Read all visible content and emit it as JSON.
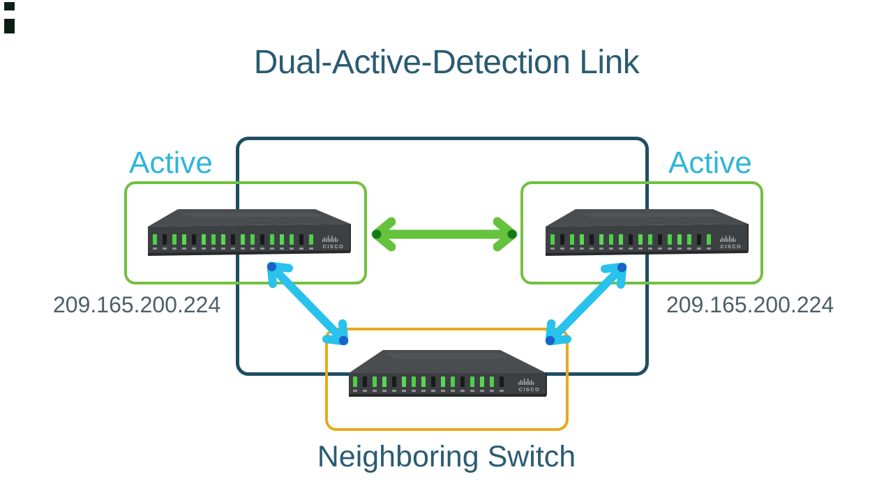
{
  "title": "Dual-Active-Detection Link",
  "nodes": {
    "left_switch": {
      "status_label": "Active",
      "ip_address": "209.165.200.224"
    },
    "right_switch": {
      "status_label": "Active",
      "ip_address": "209.165.200.224"
    },
    "neighbor_switch": {
      "label": "Neighboring Switch"
    }
  },
  "brand": {
    "logo_text": "CISCO"
  },
  "links": {
    "dual_active_link": {
      "type": "double-arrow",
      "color": "#65c23d"
    },
    "left_detection_link": {
      "type": "double-arrow",
      "color": "#28c2ec"
    },
    "right_detection_link": {
      "type": "double-arrow",
      "color": "#28c2ec"
    }
  },
  "colors": {
    "title_text": "#2a5c72",
    "active_label": "#2fb6d9",
    "ip_text": "#4e5f66",
    "switch_group_box": "#72c041",
    "dad_link_box": "#1d4f63",
    "neighbor_box": "#e9a91c",
    "green_arrow": "#65c23d",
    "green_arrow_tip": "#15791c",
    "cyan_arrow": "#28c2ec",
    "cyan_arrow_tip": "#1c60c8"
  }
}
